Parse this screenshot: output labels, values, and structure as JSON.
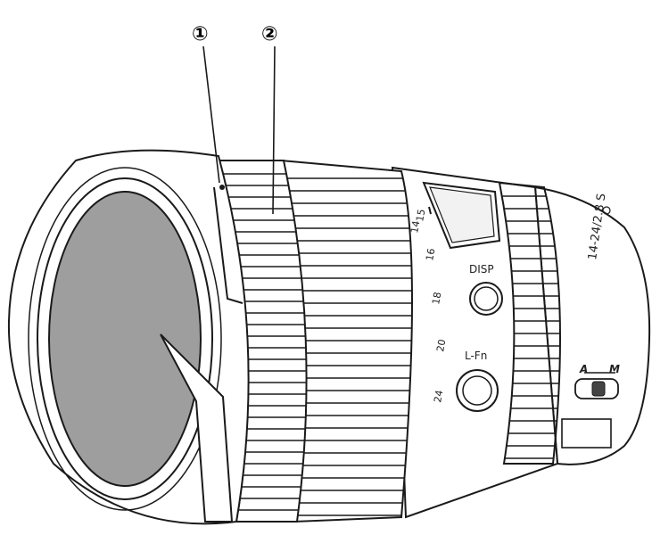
{
  "callouts": [
    {
      "number": "1",
      "glyph": "①"
    },
    {
      "number": "2",
      "glyph": "②"
    }
  ],
  "lens": {
    "model_label": "14-24/2.8 S",
    "focal_scale": [
      "14",
      "15",
      "16",
      "18",
      "20",
      "24"
    ],
    "buttons": {
      "disp": "DISP",
      "lfn": "L-Fn"
    },
    "switch": {
      "left": "A",
      "right": "M"
    }
  },
  "colors": {
    "line": "#1a1a1a",
    "glass": "#9e9e9e",
    "body": "#ffffff"
  }
}
